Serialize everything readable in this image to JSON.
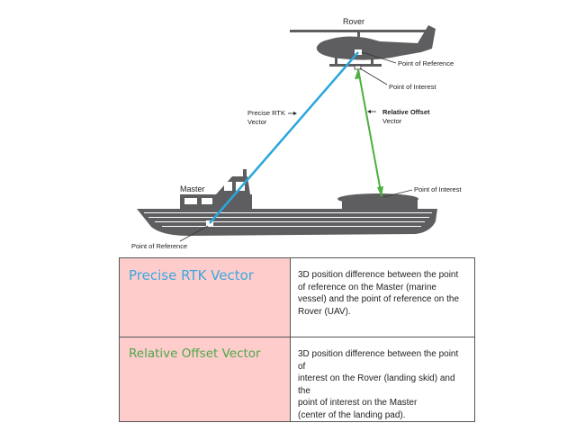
{
  "labels": {
    "rover": "Rover",
    "master": "Master",
    "rover_point_of_reference": "Point of Reference",
    "rover_point_of_interest": "Point of Interest",
    "master_point_of_reference": "Point of Reference",
    "master_point_of_interest": "Point of Interest",
    "precise_rtk_line1": "Precise RTK",
    "precise_rtk_line2": "Vector",
    "relative_offset_line1": "Relative Offset",
    "relative_offset_line2": "Vector"
  },
  "legend": {
    "rows": [
      {
        "term": "Precise RTK Vector",
        "description": "3D position difference between the point of reference on the Master (marine vessel) and the point of reference on the Rover (UAV)."
      },
      {
        "term": "Relative Offset Vector",
        "description_lines": [
          "3D position difference between the point of",
          "interest on the Rover (landing skid) and the",
          "point of interest on the Master",
          "(center of the landing pad)."
        ]
      }
    ]
  },
  "colors": {
    "rtk_vector": "#2ba6dc",
    "offset_vector": "#4caf3e",
    "vehicle": "#5e5e60",
    "term_background": "#ffcccc"
  }
}
